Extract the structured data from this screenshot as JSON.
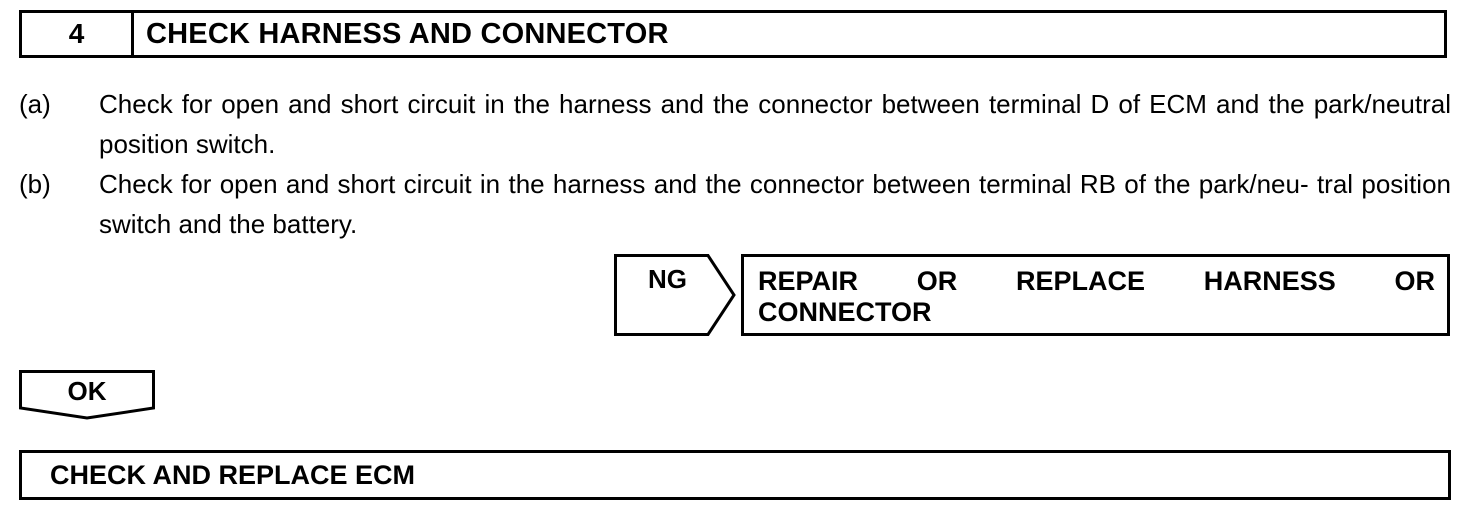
{
  "step": {
    "number": "4",
    "title": "CHECK HARNESS AND CONNECTOR"
  },
  "instructions": [
    {
      "label": "(a)",
      "text": "Check for open and short circuit in the harness and the connector between terminal D of ECM and the park/neutral position switch."
    },
    {
      "label": "(b)",
      "text": "Check for open and short circuit in the harness and the connector between terminal RB of the park/neu- tral position switch and the battery."
    }
  ],
  "ng_branch": {
    "label": "NG",
    "result_words_line1": [
      "REPAIR",
      "OR",
      "REPLACE",
      "HARNESS",
      "OR"
    ],
    "result_line2": "CONNECTOR"
  },
  "ok_branch": {
    "label": "OK"
  },
  "final_action": {
    "text": "CHECK AND REPLACE ECM"
  }
}
